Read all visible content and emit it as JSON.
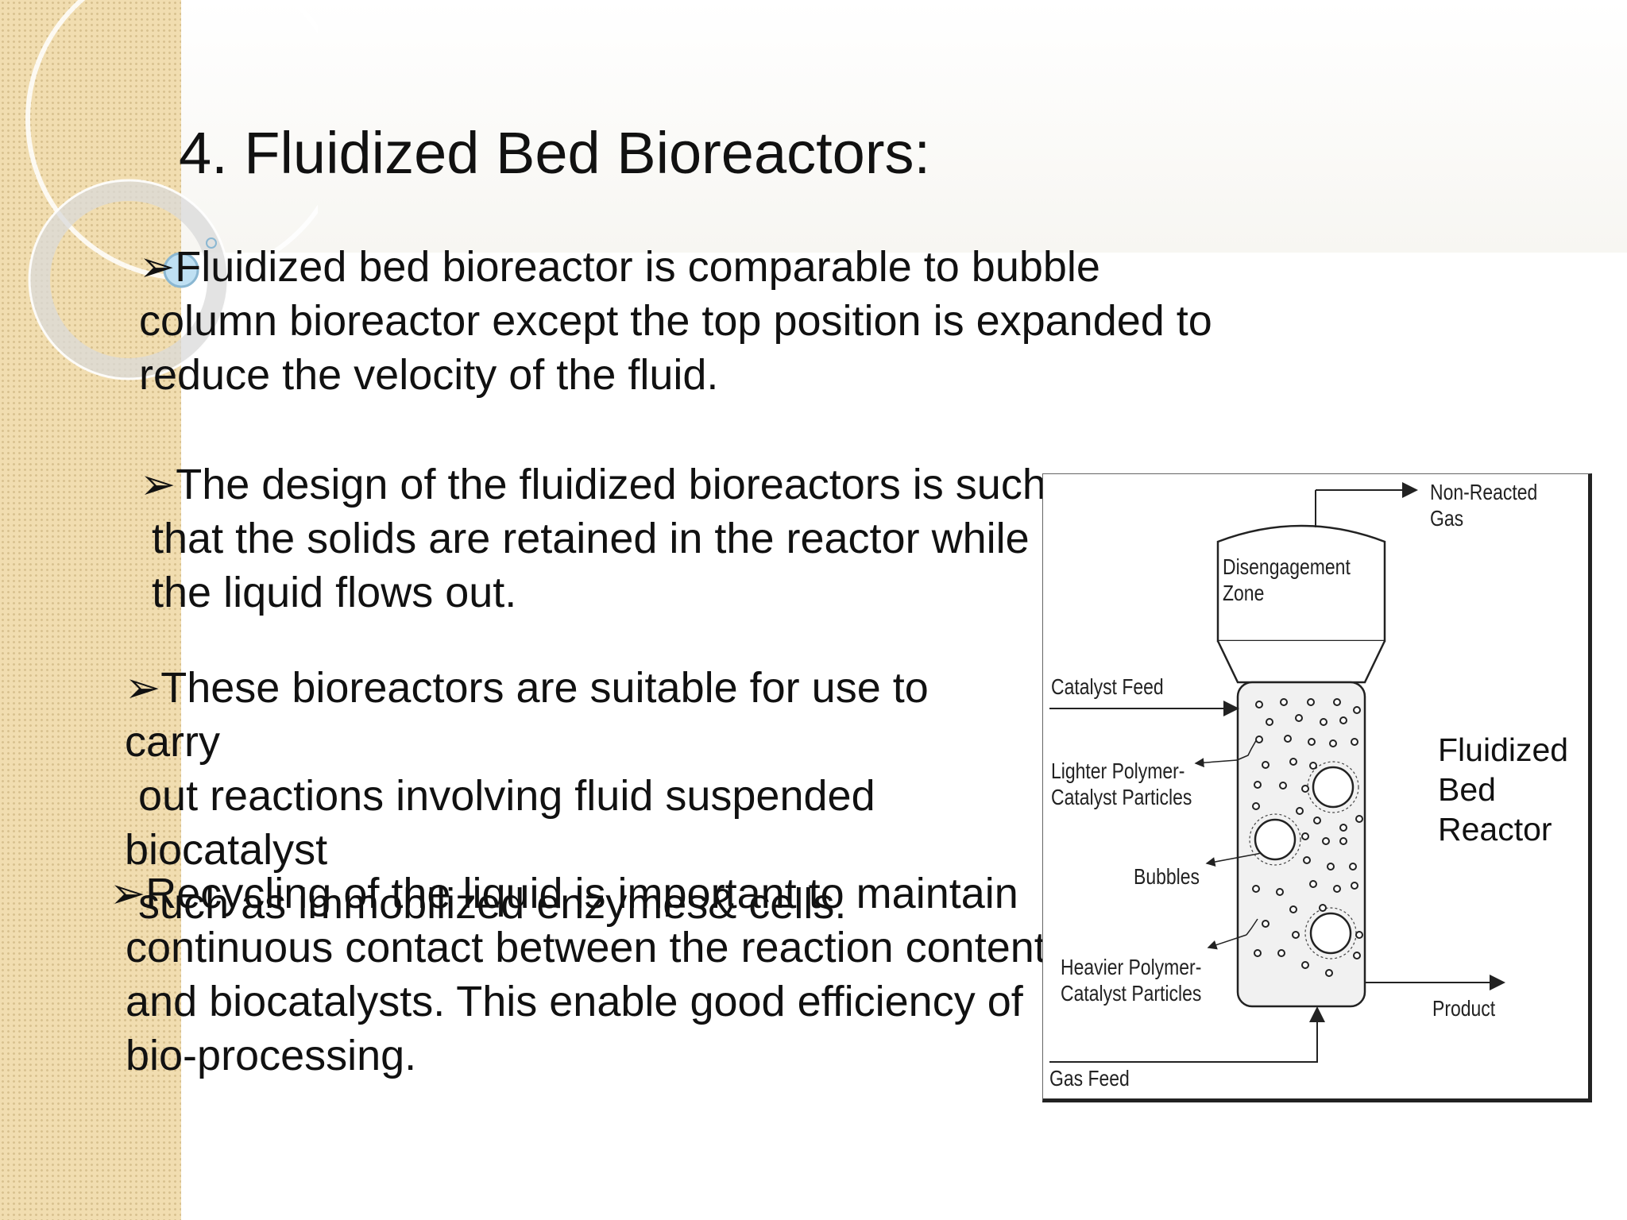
{
  "slide": {
    "title": "4. Fluidized Bed Bioreactors:",
    "bullet_marker": "➢",
    "bullets": [
      {
        "lines": [
          "Fluidized bed bioreactor is comparable to bubble",
          "column bioreactor except the top position is expanded to",
          "reduce the velocity of the fluid."
        ]
      },
      {
        "lines": [
          "The design of the fluidized bioreactors is such",
          "that the solids are retained in the reactor while",
          "the liquid flows out."
        ]
      },
      {
        "lines": [
          "These bioreactors are suitable for use to",
          "carry",
          "out reactions involving fluid suspended",
          "biocatalyst",
          "such as immobilized enzymes& cells."
        ]
      },
      {
        "lines": [
          "Recycling of the liquid is important to maintain",
          "continuous contact between the reaction contents",
          "and biocatalysts. This enable good efficiency of",
          "bio-processing."
        ]
      }
    ]
  },
  "diagram": {
    "labels": {
      "non_reacted_gas": [
        "Non-Reacted",
        "Gas"
      ],
      "disengagement_zone": [
        "Disengagement",
        "Zone"
      ],
      "catalyst_feed": "Catalyst Feed",
      "lighter_particles": [
        "Lighter  Polymer-",
        "Catalyst Particles"
      ],
      "bubbles": "Bubbles",
      "heavier_particles": [
        "Heavier  Polymer-",
        "Catalyst Particles"
      ],
      "product": "Product",
      "gas_feed": "Gas Feed"
    },
    "caption": [
      "Fluidized",
      "Bed",
      "Reactor"
    ]
  }
}
